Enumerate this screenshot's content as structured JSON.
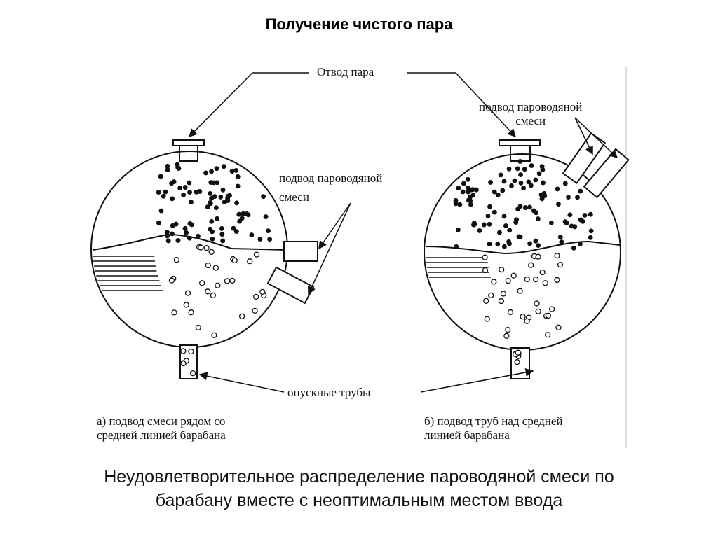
{
  "slide": {
    "title": "Получение чистого пара",
    "caption_line1": "Неудовлетворительное распределение пароводяной смеси по",
    "caption_line2": "барабану вместе с неоптимальным местом ввода"
  },
  "diagram": {
    "steam_outlet_label": "Отвод пара",
    "mixture_inlet_label_a_1": "подвод пароводяной",
    "mixture_inlet_label_a_2": "смеси",
    "mixture_inlet_label_b_1": "подвод пароводяной",
    "mixture_inlet_label_b_2": "смеси",
    "downcomers_label": "опускные трубы",
    "variant_a_1": "а) подвод смеси рядом со",
    "variant_a_2": "средней линией барабана",
    "variant_b_1": "б) подвод труб над средней",
    "variant_b_2": "линией барабана"
  }
}
